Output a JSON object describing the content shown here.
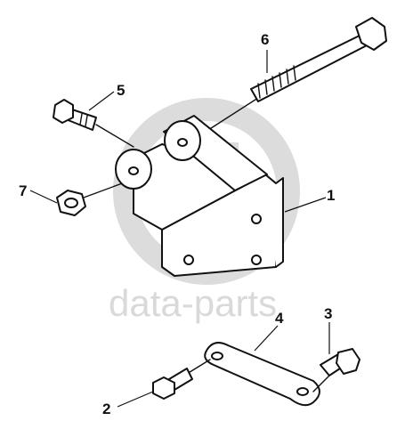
{
  "watermark": {
    "text": "data-parts",
    "color": "#d9d9d9"
  },
  "callouts": [
    {
      "id": "1",
      "label": "1"
    },
    {
      "id": "2",
      "label": "2"
    },
    {
      "id": "3",
      "label": "3"
    },
    {
      "id": "4",
      "label": "4"
    },
    {
      "id": "5",
      "label": "5"
    },
    {
      "id": "6",
      "label": "6"
    },
    {
      "id": "7",
      "label": "7"
    }
  ],
  "line_color": "#111111"
}
